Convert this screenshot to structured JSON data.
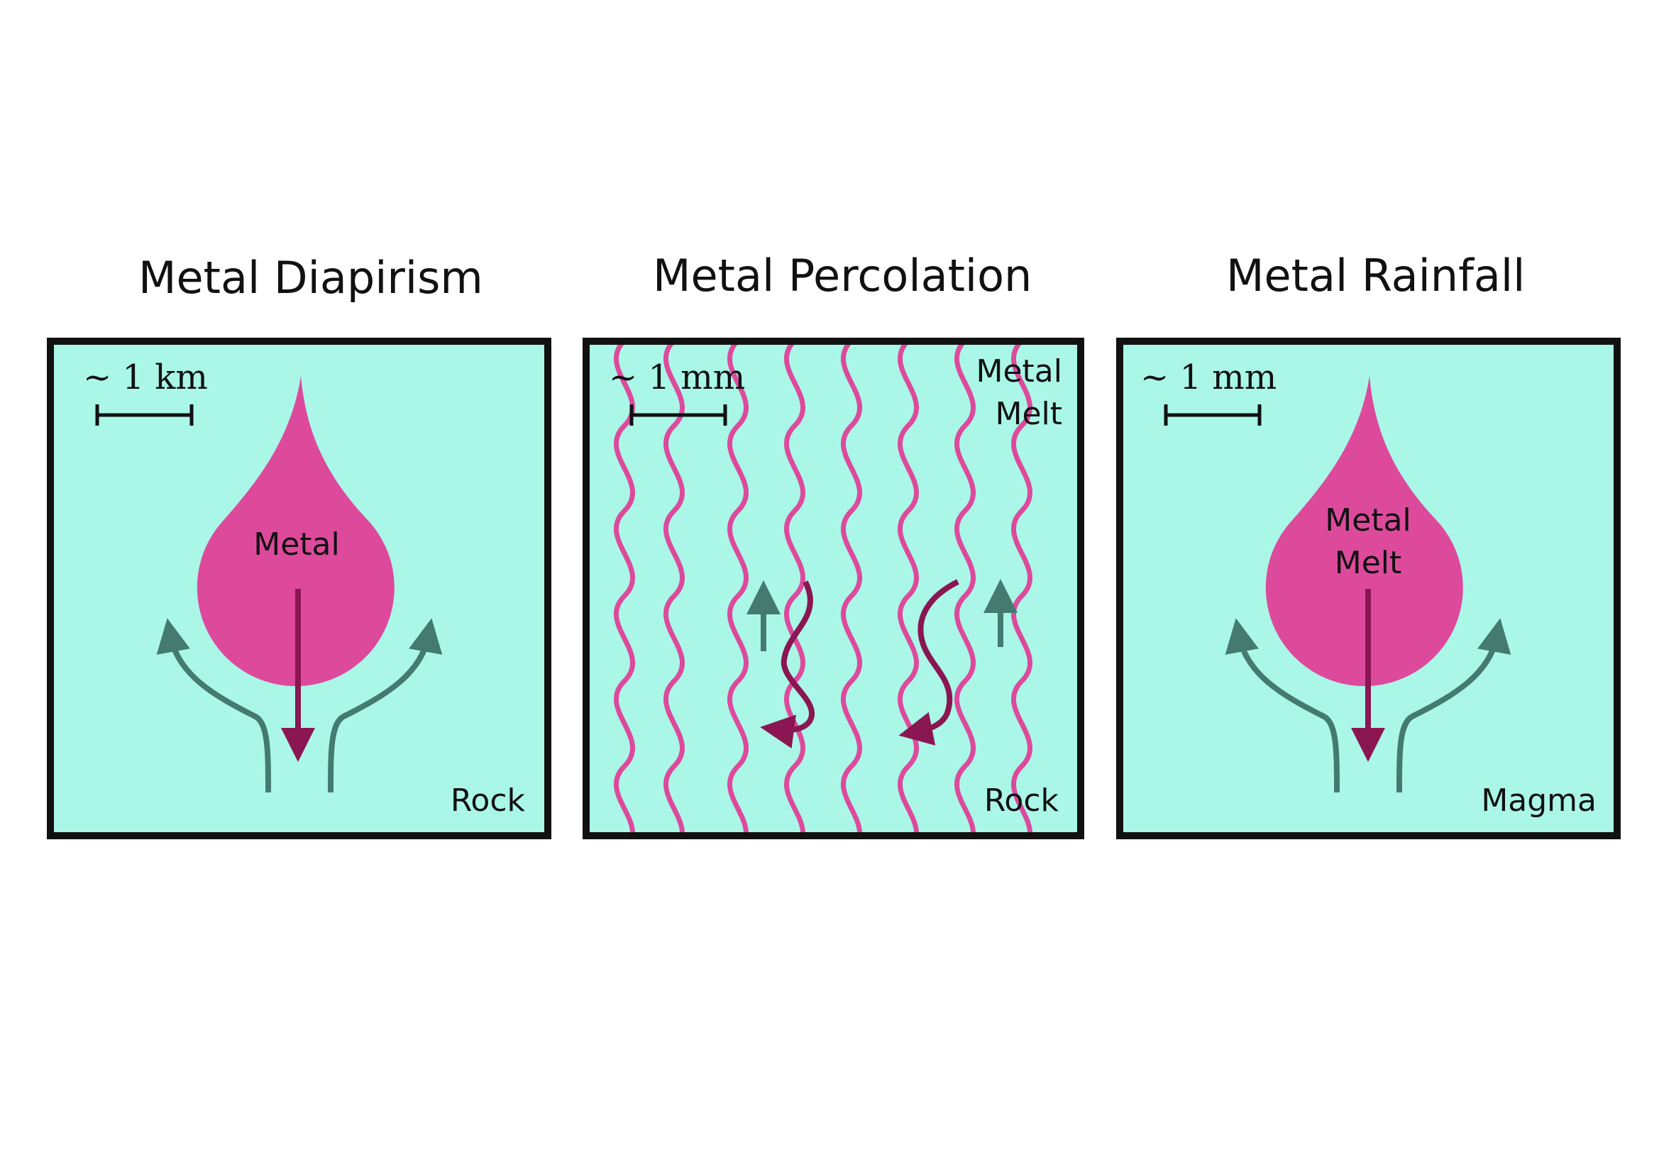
{
  "panels": [
    {
      "title": "Metal Diapirism",
      "scale_label": "~ 1 km",
      "drop_label": [
        "Metal"
      ],
      "medium_label": "Rock"
    },
    {
      "title": "Metal Percolation",
      "scale_label": "~ 1 mm",
      "melt_label": [
        "Metal",
        "Melt"
      ],
      "medium_label": "Rock"
    },
    {
      "title": "Metal Rainfall",
      "scale_label": "~ 1 mm",
      "drop_label": [
        "Metal",
        "Melt"
      ],
      "medium_label": "Magma"
    }
  ],
  "colors": {
    "background_fluid": "#aaf7e8",
    "metal": "#dd4a9c",
    "metal_arrow": "#8a1652",
    "flow_arrow": "#447a70",
    "frame": "#111111"
  }
}
